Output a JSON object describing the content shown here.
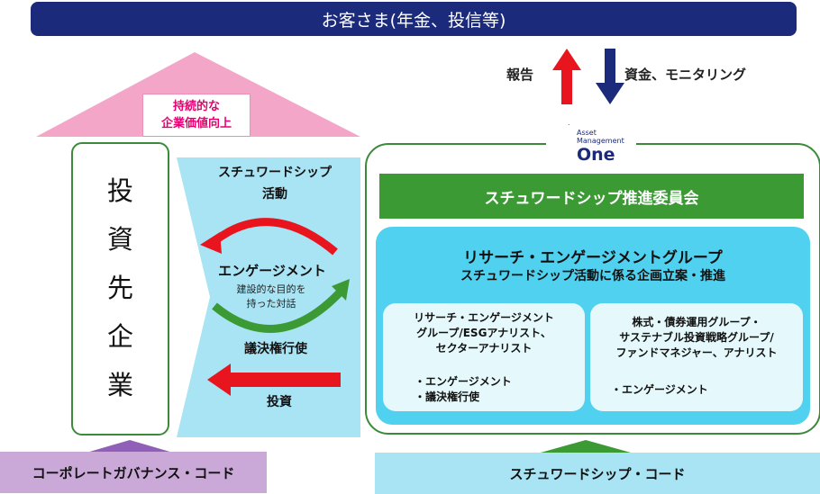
{
  "top_bar": {
    "label": "お客さま(年金、投信等)"
  },
  "flows": {
    "report": "報告",
    "funds_monitoring": "資金、モニタリング"
  },
  "roof": {
    "line1": "持続的な",
    "line2": "企業価値向上"
  },
  "investee": {
    "label": "投資先企業",
    "chars": [
      "投",
      "資",
      "先",
      "企",
      "業"
    ]
  },
  "stewardship_activity": {
    "line1": "スチュワードシップ",
    "line2": "活動"
  },
  "engagement": {
    "title": "エンゲージメント",
    "sub1": "建設的な目的を",
    "sub2": "持った対話"
  },
  "voting": "議決権行使",
  "investing": "投資",
  "logo": {
    "line1": "Asset",
    "line2": "Management",
    "brand": "One"
  },
  "committee": "スチュワードシップ推進委員会",
  "research_group": {
    "title": "リサーチ・エンゲージメントグループ",
    "subtitle": "スチュワードシップ活動に係る企画立案・推進",
    "left": {
      "line1": "リサーチ・エンゲージメント",
      "line2": "グループ/ESGアナリスト、",
      "line3": "セクターアナリスト",
      "bullet1": "・エンゲージメント",
      "bullet2": "・議決権行使"
    },
    "right": {
      "line1": "株式・債券運用グループ・",
      "line2": "サステナブル投資戦略グループ/",
      "line3": "ファンドマネジャー、アナリスト",
      "bullet1": "・エンゲージメント"
    }
  },
  "codes": {
    "corporate_governance": "コーポレートガバナンス・コード",
    "stewardship": "スチュワードシップ・コード"
  },
  "colors": {
    "navy": "#1b2a7a",
    "pink": "#f4a6c9",
    "green": "#3c9a35",
    "cyan": "#4fd1ef",
    "red": "#e8141e"
  }
}
